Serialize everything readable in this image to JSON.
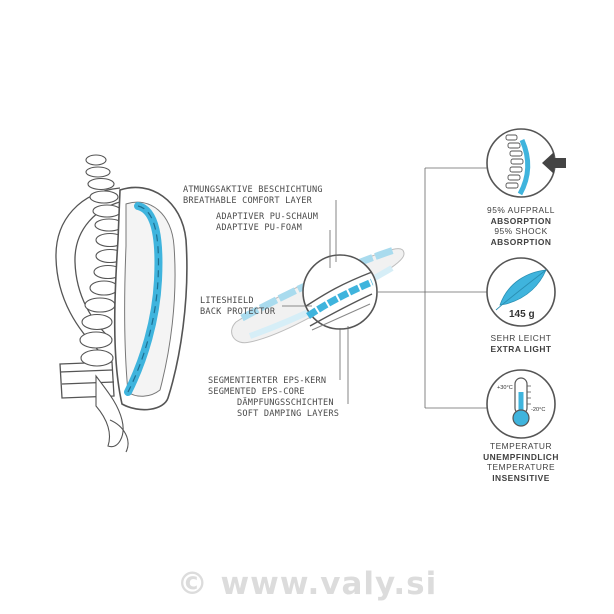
{
  "labels": {
    "comfort_layer": [
      "ATMUNGSAKTIVE BESCHICHTUNG",
      "BREATHABLE COMFORT LAYER"
    ],
    "pu_foam": [
      "ADAPTIVER PU-SCHAUM",
      "ADAPTIVE PU-FOAM"
    ],
    "protector": [
      "LITESHIELD",
      "BACK PROTECTOR"
    ],
    "eps_core": [
      "SEGMENTIERTER EPS-KERN",
      "SEGMENTED EPS-CORE"
    ],
    "damping": [
      "DÄMPFUNGSSCHICHTEN",
      "SOFT DAMPING LAYERS"
    ]
  },
  "badges": {
    "absorption": [
      "95% AUFPRALL",
      "ABSORPTION",
      "95% SHOCK",
      "ABSORPTION"
    ],
    "weight_value": "145 g",
    "light": [
      "SEHR LEICHT",
      "EXTRA LIGHT"
    ],
    "temp_high": "+30°C",
    "temp_low": "-20°C",
    "temperature": [
      "TEMPERATUR",
      "UNEMPFINDLICH",
      "TEMPERATURE",
      "INSENSITIVE"
    ]
  },
  "watermark": "© www.valy.si",
  "colors": {
    "accent_blue": "#3fb4dd",
    "line_gray": "#555555",
    "light_gray": "#cfcfcf",
    "watermark": "#dcdcdc"
  }
}
